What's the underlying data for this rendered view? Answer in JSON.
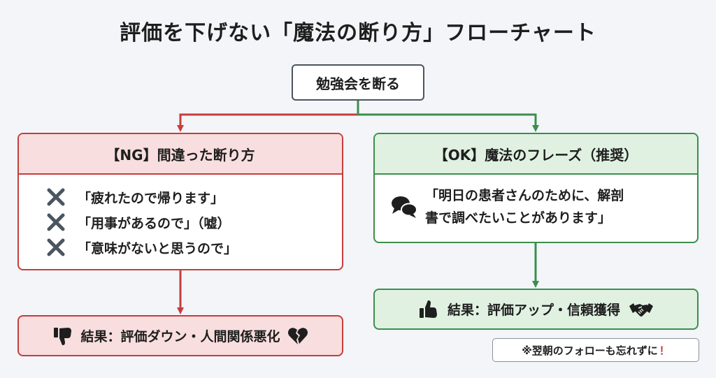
{
  "title": "評価を下げない「魔法の断り方」フローチャート",
  "start": {
    "label": "勉強会を断る"
  },
  "ng": {
    "header": "【NG】間違った断り方",
    "items": [
      "「疲れたので帰ります」",
      "「用事があるので」（嘘）",
      "「意味がないと思うので」"
    ],
    "result": "結果：評価ダウン・人間関係悪化"
  },
  "ok": {
    "header": "【OK】魔法のフレーズ（推奨）",
    "quote_line1": "「明日の患者さんのために、解剖",
    "quote_line2": "書で調べたいことがあります」",
    "result": "結果：評価アップ・信頼獲得"
  },
  "note": {
    "text": "※翌朝のフォローも忘れずに",
    "mark": "！"
  },
  "colors": {
    "ng_border": "#c63d3d",
    "ng_fill": "#f8dede",
    "ok_border": "#3a8f4c",
    "ok_fill": "#e0f1e2",
    "icon_gray": "#4a5560"
  },
  "icons": [
    "x-mark-icon",
    "speech-bubbles-icon",
    "thumbs-down-icon",
    "broken-heart-icon",
    "thumbs-up-icon",
    "handshake-icon"
  ]
}
